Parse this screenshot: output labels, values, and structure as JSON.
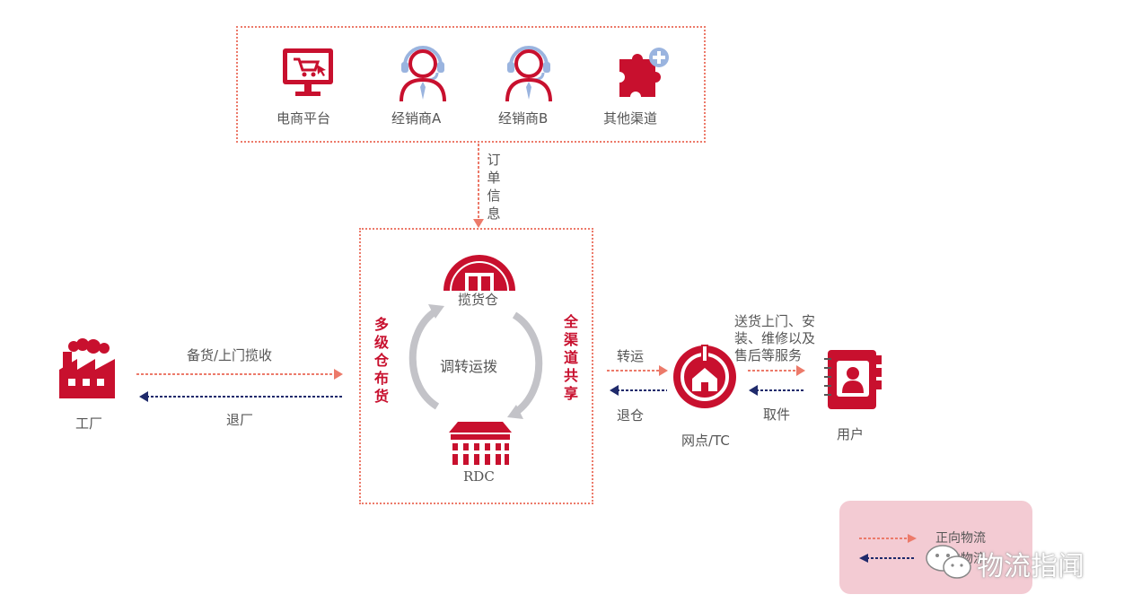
{
  "channels": [
    {
      "label": "电商平台",
      "icon": "computer-cart-icon"
    },
    {
      "label": "经销商A",
      "icon": "agent-headset-icon"
    },
    {
      "label": "经销商B",
      "icon": "agent-headset-icon"
    },
    {
      "label": "其他渠道",
      "icon": "puzzle-plus-icon"
    }
  ],
  "order_info": "订单信息",
  "warehouse": {
    "top_label": "揽货仓",
    "center_label": "调转运拨",
    "bottom_label": "RDC",
    "left_vertical": "多级仓布货",
    "right_vertical": "全渠道共享"
  },
  "factory": {
    "label": "工厂",
    "forward": "备货/上门揽收",
    "reverse": "退厂"
  },
  "network": {
    "label": "网点/TC",
    "forward": "转运",
    "reverse": "退仓"
  },
  "user": {
    "label": "用户",
    "forward": "送货上门、安装、维修以及售后等服务",
    "forward_lines": [
      "送货上门、安",
      "装、维修以及",
      "售后等服务"
    ],
    "reverse": "取件"
  },
  "legend": {
    "forward": "正向物流",
    "reverse": "逆向物流"
  },
  "watermark": "物流指闻",
  "colors": {
    "brand_red": "#c8102e",
    "forward": "#ec7a6a",
    "reverse": "#1f2a6b",
    "legend_bg": "#f3cbd3"
  }
}
